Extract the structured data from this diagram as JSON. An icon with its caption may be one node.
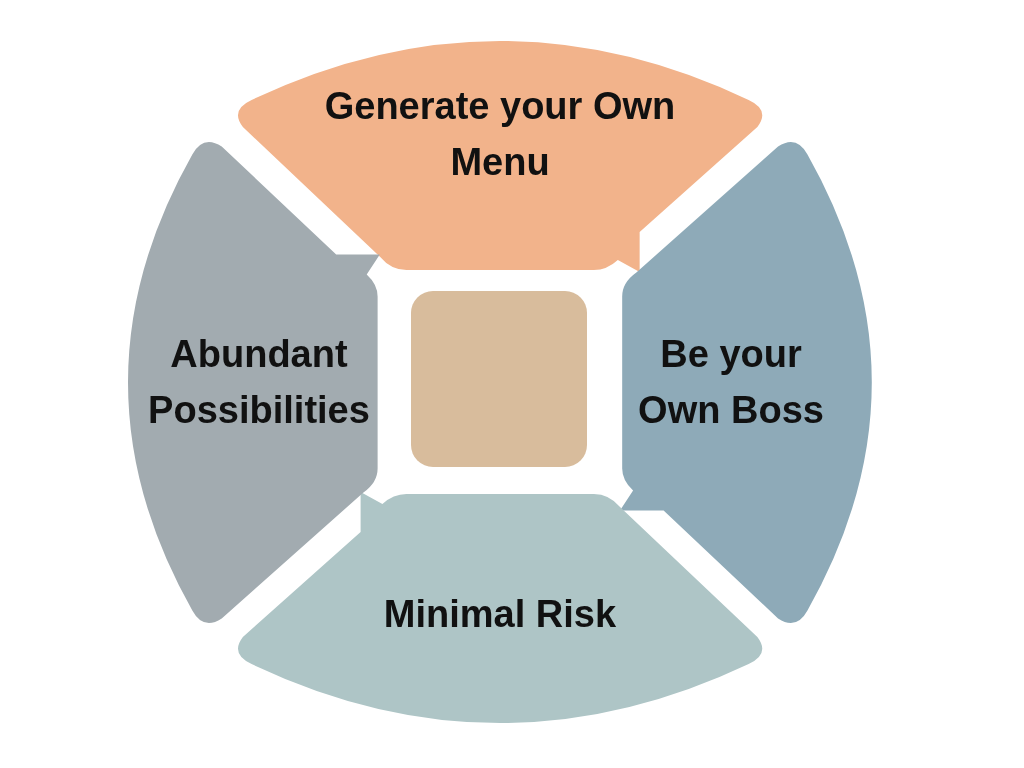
{
  "diagram": {
    "nodes": [
      {
        "text": [
          "Generate your Own Menu"
        ]
      },
      {
        "text": [
          "Be your Own Boss"
        ]
      },
      {
        "text": [
          "Minimal Risk"
        ]
      },
      {
        "text": [
          "Abundant Possibilities"
        ]
      },
      {
        "text": [],
        "shape": "box"
      }
    ]
  }
}
